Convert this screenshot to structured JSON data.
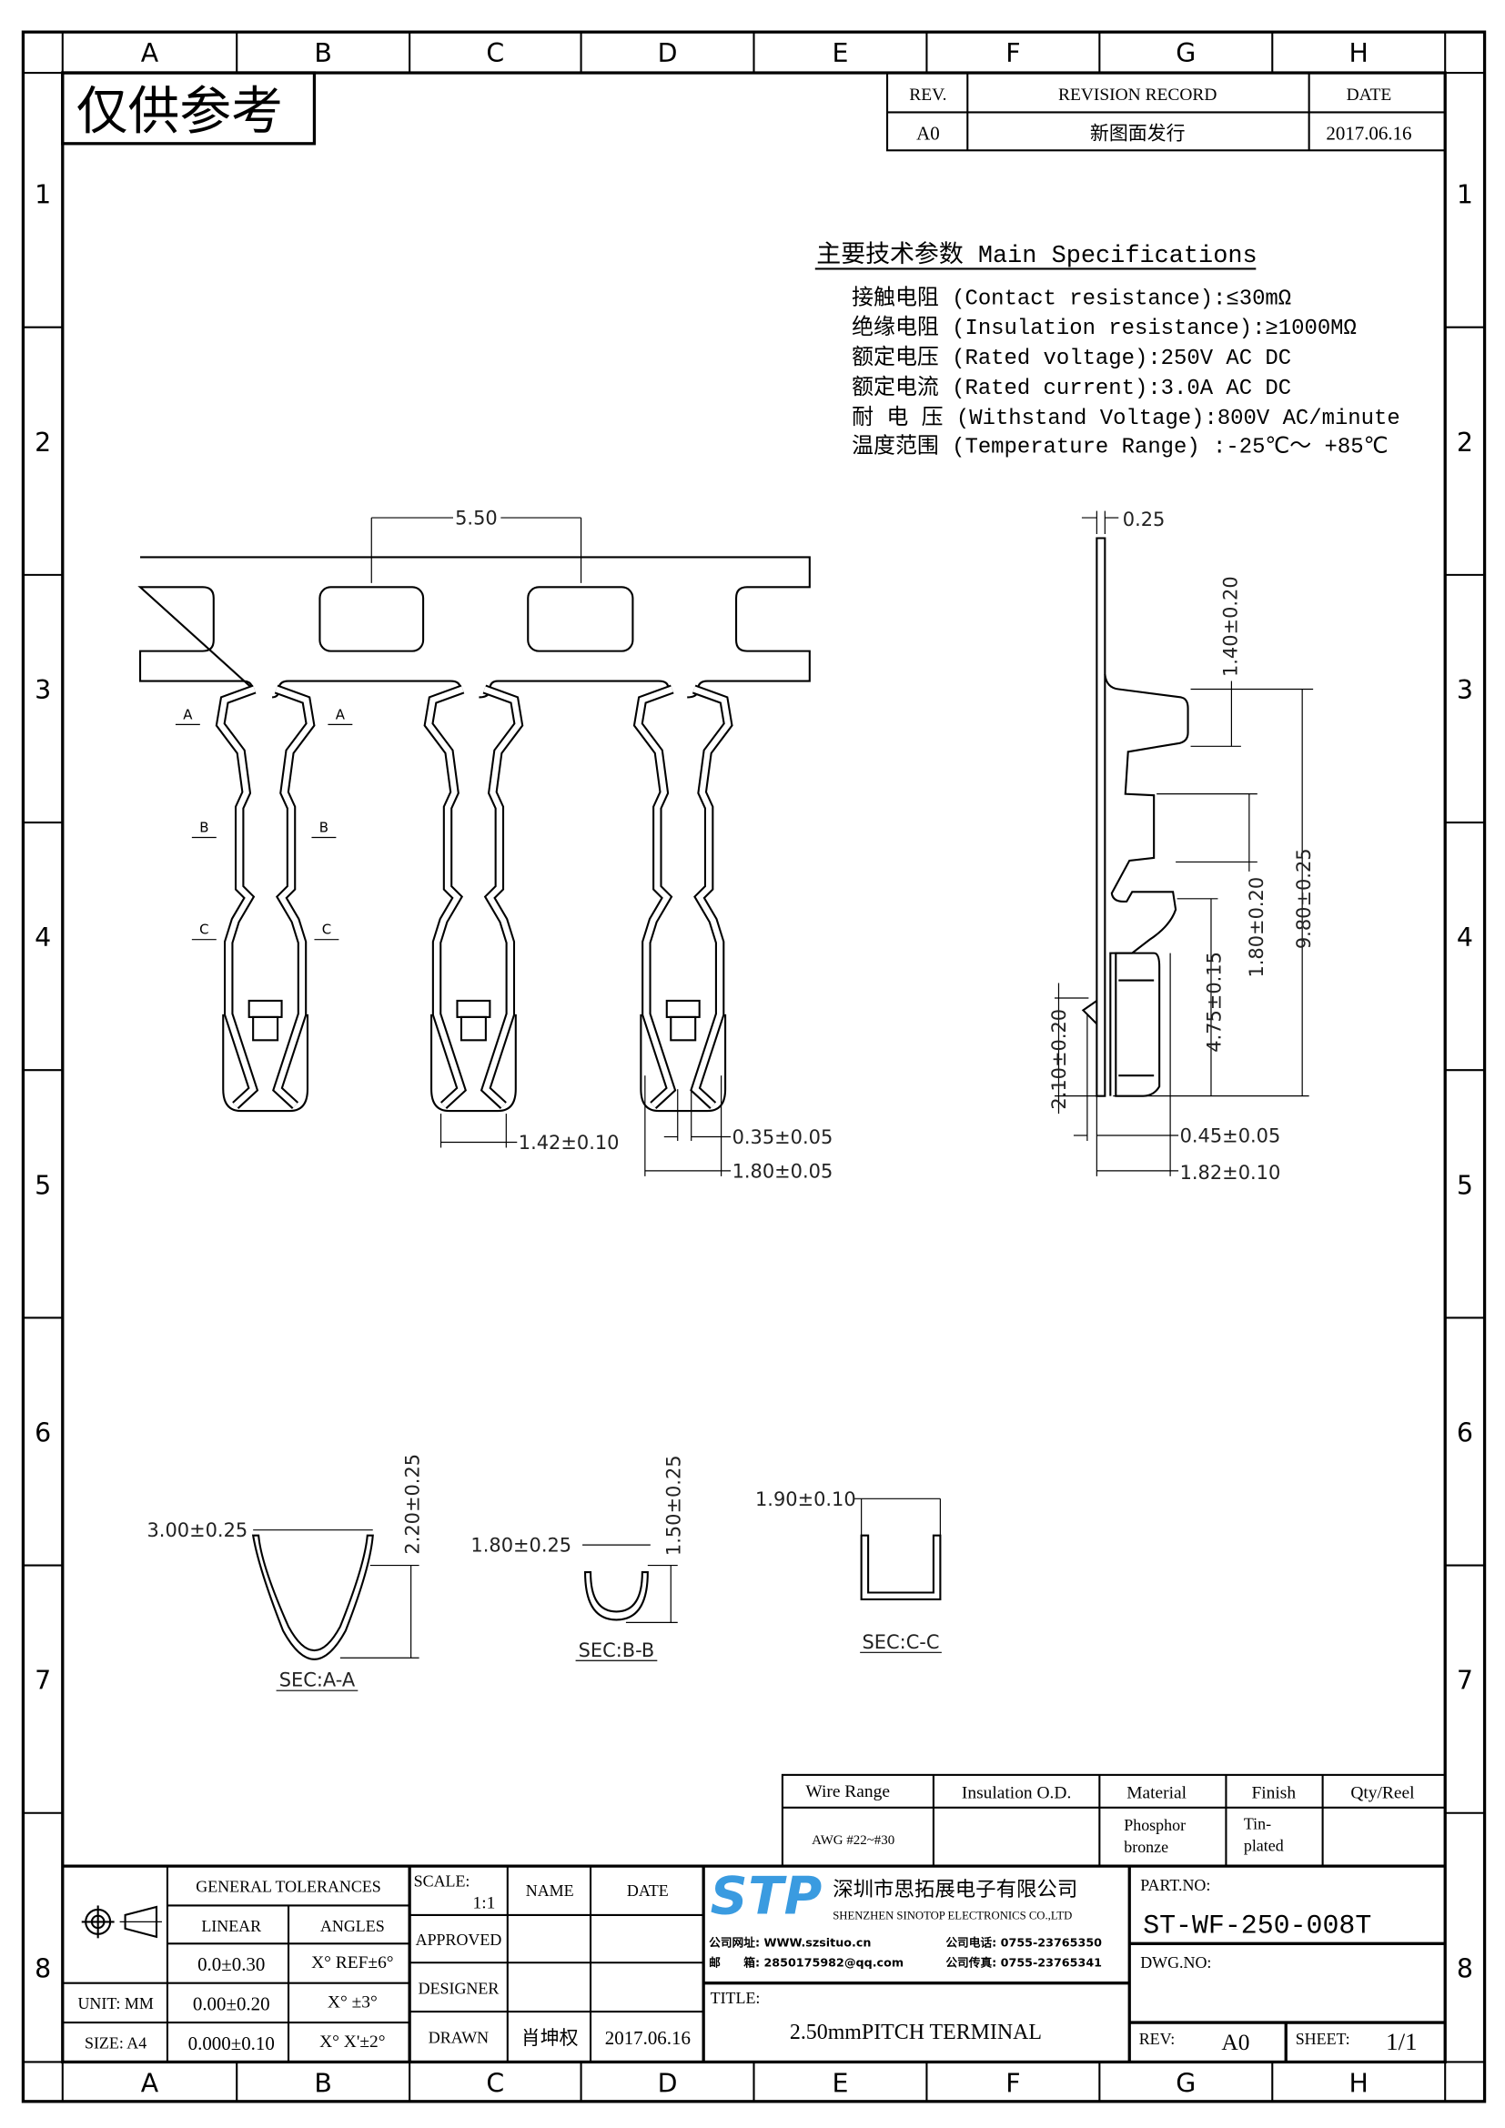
{
  "stamp": "仅供参考",
  "grid": {
    "cols": [
      "A",
      "B",
      "C",
      "D",
      "E",
      "F",
      "G",
      "H"
    ],
    "rows": [
      "1",
      "2",
      "3",
      "4",
      "5",
      "6",
      "7",
      "8"
    ]
  },
  "revision": {
    "headers": [
      "REV.",
      "REVISION RECORD",
      "DATE"
    ],
    "row": [
      "A0",
      "新图面发行",
      "2017.06.16"
    ]
  },
  "specs": {
    "title": "主要技术参数 Main Specifications",
    "items": [
      "接触电阻 (Contact resistance):≤30mΩ",
      "绝缘电阻 (Insulation resistance):≥1000MΩ",
      "额定电压 (Rated voltage):250V AC DC",
      "额定电流 (Rated current):3.0A AC DC",
      "耐 电 压 (Withstand Voltage):800V AC/minute",
      "温度范围 (Temperature Range) :-25℃～ +85℃"
    ]
  },
  "front_view": {
    "pitch": "5.50",
    "width_bottom": "1.42±0.10",
    "gap": "0.35±0.05",
    "width_outer": "1.80±0.05",
    "section_marks": [
      "A",
      "A",
      "B",
      "B",
      "C",
      "C"
    ]
  },
  "side_view": {
    "thickness": "0.25",
    "d1": "1.40±0.20",
    "d2": "1.80±0.20",
    "d3": "4.75±0.15",
    "d4": "9.80±0.25",
    "d5": "2.10±0.20",
    "d6": "0.45±0.05",
    "d7": "1.82±0.10"
  },
  "sections": {
    "aa": {
      "label": "SEC:A-A",
      "w": "3.00±0.25",
      "h": "2.20±0.25"
    },
    "bb": {
      "label": "SEC:B-B",
      "w": "1.80±0.25",
      "h": "1.50±0.25"
    },
    "cc": {
      "label": "SEC:C-C",
      "w": "1.90±0.10"
    }
  },
  "wire_table": {
    "headers": [
      "Wire Range",
      "Insulation O.D.",
      "Material",
      "Finish",
      "Qty/Reel"
    ],
    "values": [
      "AWG #22~#30",
      "",
      [
        "Phosphor",
        "bronze"
      ],
      [
        "Tin-",
        "plated"
      ],
      ""
    ]
  },
  "title_block": {
    "general_tolerances": "GENERAL TOLERANCES",
    "linear": "LINEAR",
    "angles": "ANGLES",
    "tol_rows": [
      [
        "0.0±0.30",
        "X° REF±6°"
      ],
      [
        "0.00±0.20",
        "X° ±3°"
      ],
      [
        "0.000±0.10",
        "X° X'±2°"
      ]
    ],
    "unit": "UNIT: MM",
    "size": "SIZE: A4",
    "scale_label": "SCALE:",
    "scale": "1:1",
    "name": "NAME",
    "date": "DATE",
    "approved": "APPROVED",
    "designer": "DESIGNER",
    "drawn": "DRAWN",
    "drawn_name": "肖坤权",
    "drawn_date": "2017.06.16",
    "logo_text": "STP",
    "company_cn": "深圳市思拓展电子有限公司",
    "company_en": "SHENZHEN SINOTOP ELECTRONICS CO.,LTD",
    "web": "公司网址: WWW.szsituo.cn",
    "phone": "公司电话: 0755-23765350",
    "email": "邮　　箱: 2850175982@qq.com",
    "fax": "公司传真: 0755-23765341",
    "title_label": "TITLE:",
    "title": "2.50mmPITCH TERMINAL",
    "part_no_label": "PART.NO:",
    "part_no": "ST-WF-250-008T",
    "dwg_no_label": "DWG.NO:",
    "rev_label": "REV:",
    "rev": "A0",
    "sheet_label": "SHEET:",
    "sheet": "1/1"
  },
  "colors": {
    "logo": "#3a9be0",
    "line": "#000000"
  }
}
